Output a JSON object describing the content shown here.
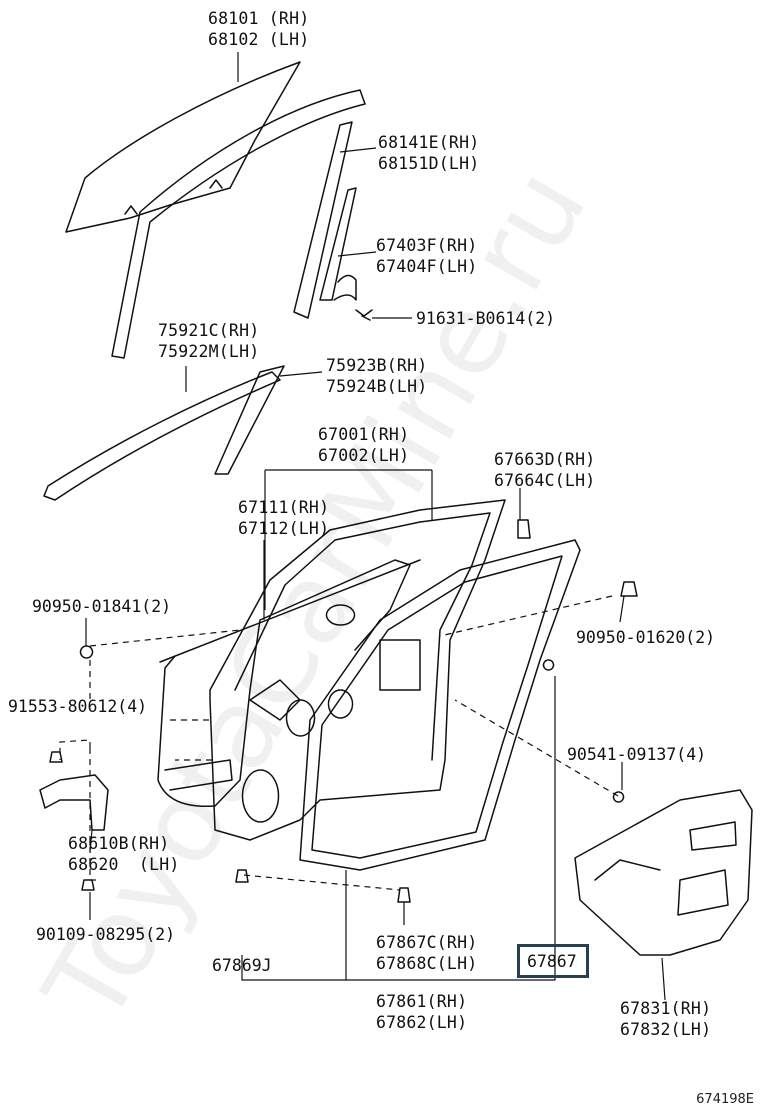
{
  "watermark": "ToyotaCarMine.ru",
  "figure_code": "674198E",
  "callouts": {
    "glass": [
      "68101 (RH)",
      "68102 (LH)"
    ],
    "glass_run": [
      "68141E(RH)",
      "68151D(LH)"
    ],
    "division_bar": [
      "67403F(RH)",
      "67404F(LH)"
    ],
    "bolt_91631": "91631-B0614(2)",
    "belt_outer": [
      "75921C(RH)",
      "75922M(LH)"
    ],
    "moulding_pillar": [
      "75923B(RH)",
      "75924B(LH)"
    ],
    "door_panel": [
      "67001(RH)",
      "67002(LH)"
    ],
    "door_outer": [
      "67111(RH)",
      "67112(LH)"
    ],
    "clip_67663": [
      "67663D(RH)",
      "67664C(LH)"
    ],
    "plug_90950_01841": "90950-01841(2)",
    "plug_90950_01620": "90950-01620(2)",
    "bolt_91553": "91553-80612(4)",
    "plug_90541": "90541-09137(4)",
    "hinge": [
      "68610B(RH)",
      "68620  (LH)"
    ],
    "bolt_90109": "90109-08295(2)",
    "clip_67869": "67869J",
    "clip_67867C": [
      "67867C(RH)",
      "67868C(LH)"
    ],
    "clip_67867": "67867",
    "weatherstrip": [
      "67861(RH)",
      "67862(LH)"
    ],
    "service_hole_cover": [
      "67831(RH)",
      "67832(LH)"
    ]
  }
}
